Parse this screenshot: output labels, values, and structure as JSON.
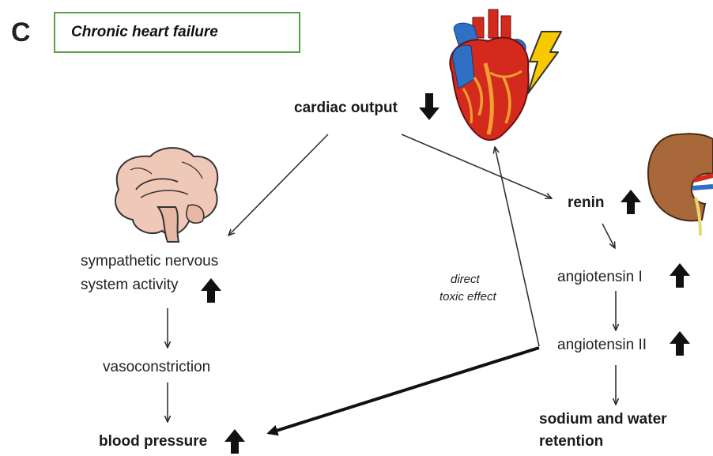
{
  "panel_letter": "C",
  "title": "Chronic heart failure",
  "nodes": {
    "cardiac_output": "cardiac output",
    "renin": "renin",
    "sympathetic_line1": "sympathetic nervous",
    "sympathetic_line2": "system activity",
    "angiotensin_1": "angiotensin I",
    "angiotensin_2": "angiotensin II",
    "vasoconstriction": "vasoconstriction",
    "blood_pressure": "blood pressure",
    "sodium_line1": "sodium and water",
    "sodium_line2": "retention"
  },
  "edge_label": {
    "line1": "direct",
    "line2": "toxic effect"
  },
  "trends": {
    "cardiac_output": "down",
    "renin": "up",
    "sympathetic": "up",
    "angiotensin_1": "up",
    "angiotensin_2": "up",
    "blood_pressure": "up"
  },
  "icons": [
    "brain-icon",
    "heart-icon",
    "lightning-bolt-icon",
    "kidney-icon"
  ],
  "colors": {
    "title_border": "#5aa04a",
    "heart_red": "#d42a1e",
    "heart_blue": "#2f6fc4",
    "heart_orange": "#f0a030",
    "bolt_yellow": "#f8c800",
    "kidney_brown": "#a8683a",
    "brain_pink": "#f0c8b8"
  }
}
